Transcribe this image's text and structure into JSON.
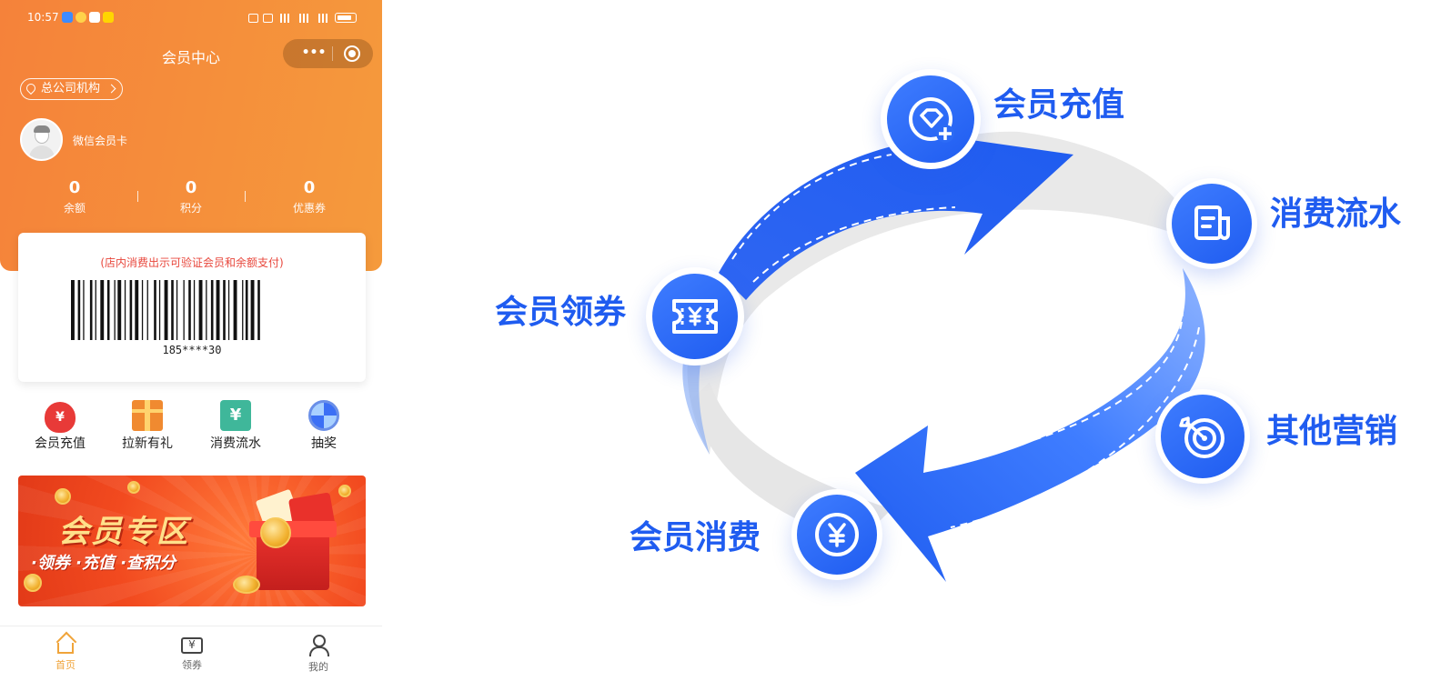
{
  "phone": {
    "status_bar": {
      "time": "10:57"
    },
    "nav": {
      "title": "会员中心",
      "more_icon": "more-dots-icon",
      "close_icon": "target-icon"
    },
    "location": {
      "label": "总公司机构",
      "icon": "location-pin-icon"
    },
    "member": {
      "card_name": "微信会员卡"
    },
    "stats": [
      {
        "value": "0",
        "label": "余额"
      },
      {
        "value": "0",
        "label": "积分"
      },
      {
        "value": "0",
        "label": "优惠券"
      }
    ],
    "barcode": {
      "note": "(店内消费出示可验证会员和余额支付)",
      "number": "185****30"
    },
    "quick_actions": [
      {
        "label": "会员充值",
        "icon": "money-bag-icon"
      },
      {
        "label": "拉新有礼",
        "icon": "gift-icon"
      },
      {
        "label": "消费流水",
        "icon": "ledger-icon"
      },
      {
        "label": "抽奖",
        "icon": "prize-wheel-icon"
      }
    ],
    "banner": {
      "title": "会员专区",
      "subtitle": "·领券 ·充值 ·查积分"
    },
    "tabs": [
      {
        "label": "首页",
        "icon": "home-icon",
        "active": true
      },
      {
        "label": "领券",
        "icon": "coupon-icon",
        "active": false
      },
      {
        "label": "我的",
        "icon": "person-icon",
        "active": false
      }
    ],
    "colors": {
      "header_gradient_start": "#f5823a",
      "header_gradient_end": "#f59a3c",
      "accent": "#f0a43a",
      "note_red": "#e8473c"
    }
  },
  "diagram": {
    "nodes": [
      {
        "label": "会员充值",
        "icon": "diamond-plus-icon"
      },
      {
        "label": "消费流水",
        "icon": "document-icon"
      },
      {
        "label": "其他营销",
        "icon": "target-arrow-icon"
      },
      {
        "label": "会员消费",
        "icon": "yen-coin-icon"
      },
      {
        "label": "会员领券",
        "icon": "yen-ticket-icon"
      }
    ],
    "colors": {
      "primary_blue": "#1f5cf0",
      "light_blue": "#3f7dff",
      "track_gray": "#e6e6e6"
    }
  }
}
